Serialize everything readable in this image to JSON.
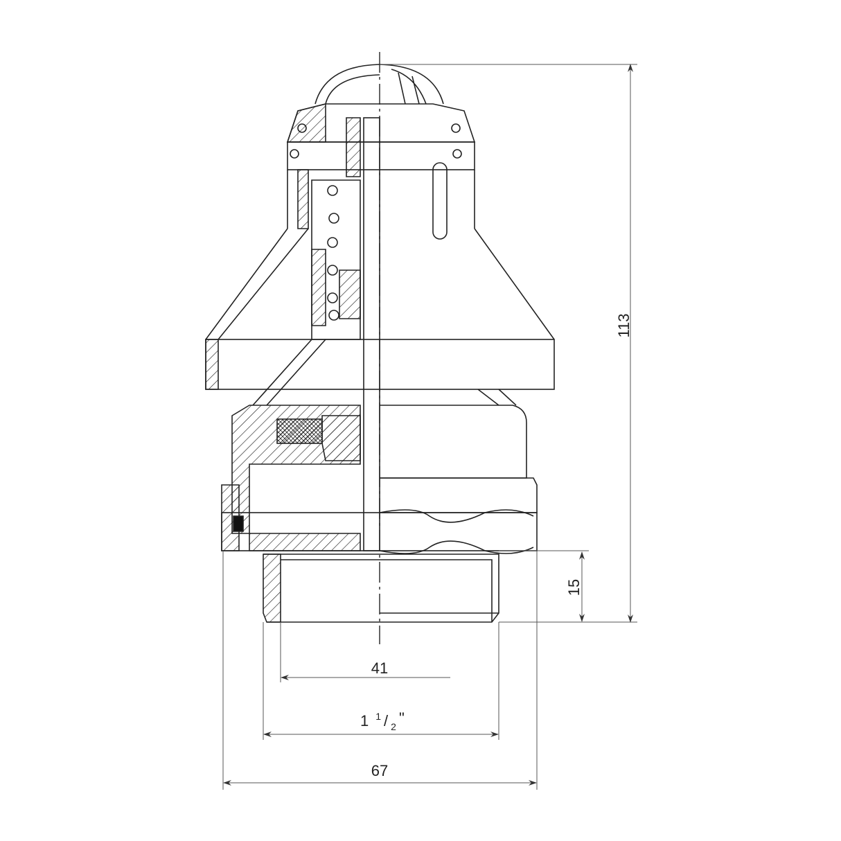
{
  "drawing": {
    "title": "Air vent valve cross-section",
    "dimensions": {
      "height_total": "113",
      "thread_length": "15",
      "inner_diameter": "41",
      "thread_size_whole": "1",
      "thread_size_num": "1",
      "thread_size_den": "2",
      "thread_size_mark": "\"",
      "overall_width": "67"
    },
    "colors": {
      "line": "#222222",
      "dim_line": "#555555",
      "background": "#ffffff"
    }
  }
}
